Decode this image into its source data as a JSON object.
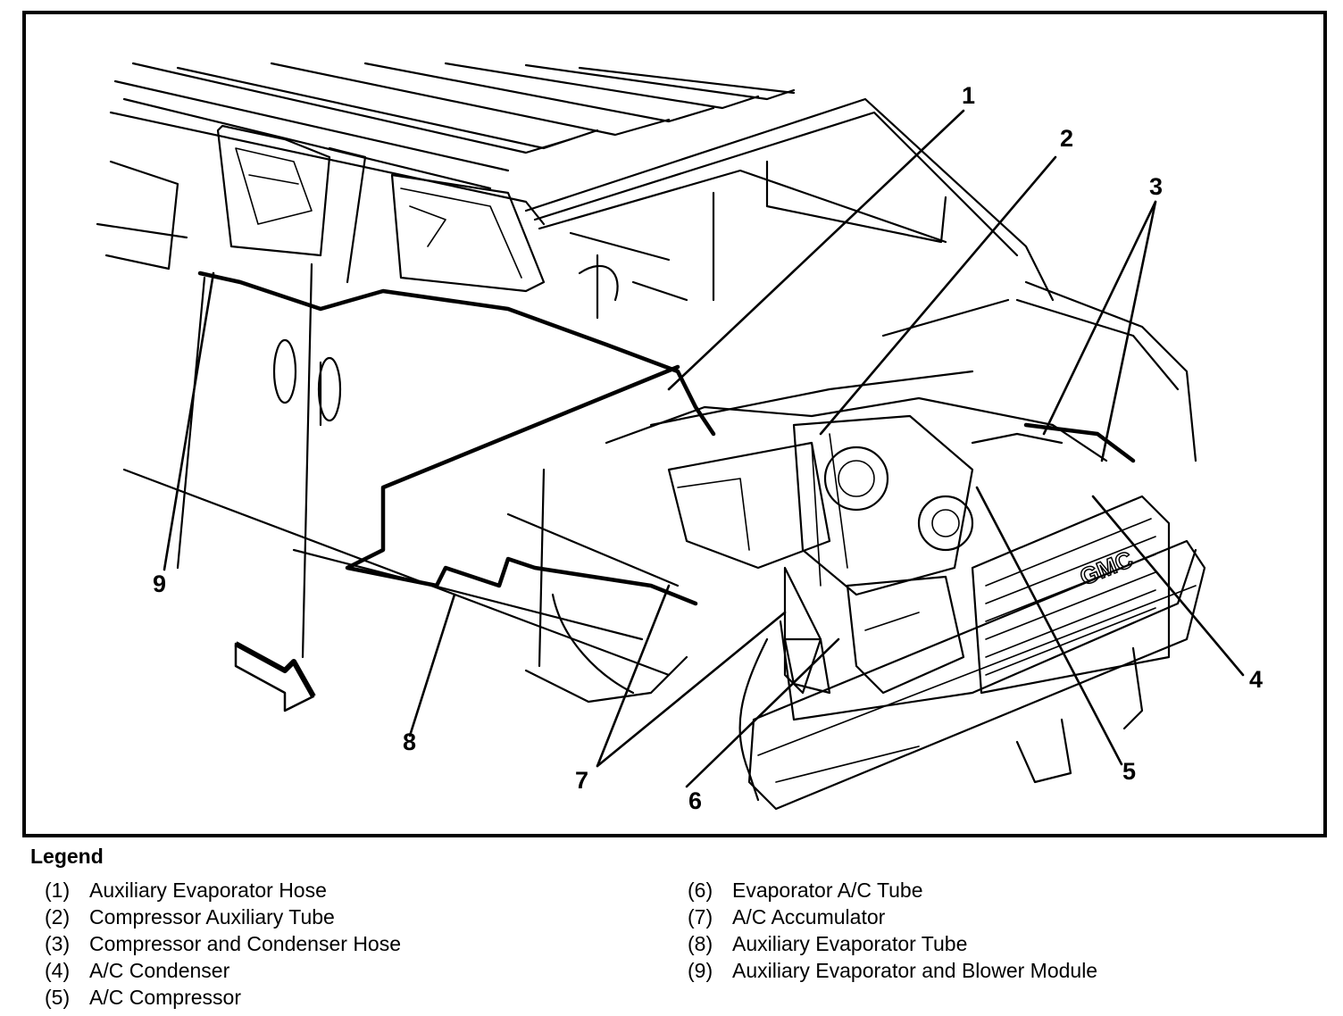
{
  "diagram": {
    "title": "A/C System Component Locator",
    "vehicle_badge": "GMC",
    "callouts": [
      "1",
      "2",
      "3",
      "4",
      "5",
      "6",
      "7",
      "8",
      "9"
    ],
    "direction_arrow": "front-of-vehicle-arrow"
  },
  "legend": {
    "title": "Legend",
    "items": [
      {
        "num": "(1)",
        "label": "Auxiliary Evaporator Hose"
      },
      {
        "num": "(2)",
        "label": "Compressor Auxiliary Tube"
      },
      {
        "num": "(3)",
        "label": "Compressor and Condenser Hose"
      },
      {
        "num": "(4)",
        "label": "A/C Condenser"
      },
      {
        "num": "(5)",
        "label": "A/C Compressor"
      },
      {
        "num": "(6)",
        "label": "Evaporator A/C Tube"
      },
      {
        "num": "(7)",
        "label": "A/C Accumulator"
      },
      {
        "num": "(8)",
        "label": "Auxiliary Evaporator Tube"
      },
      {
        "num": "(9)",
        "label": "Auxiliary Evaporator and Blower Module"
      }
    ]
  },
  "colors": {
    "ink": "#000000",
    "paper": "#ffffff"
  }
}
